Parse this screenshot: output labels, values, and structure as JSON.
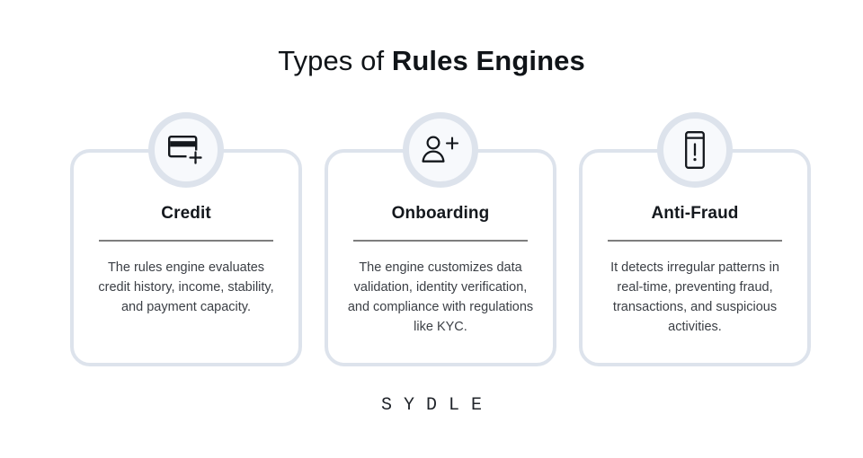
{
  "header": {
    "title_regular": "Types of ",
    "title_bold": "Rules Engines"
  },
  "colors": {
    "background": "#ffffff",
    "card_border": "#dde3ec",
    "badge_fill": "#f7f9fc",
    "divider": "#7e7e7e",
    "title_text": "#101418",
    "body_text": "#3b3f45",
    "logo_text": "#20242a"
  },
  "cards": [
    {
      "icon": "credit-card-plus-icon",
      "title": "Credit",
      "body": "The rules engine evaluates credit history, income, stability, and payment capacity."
    },
    {
      "icon": "user-plus-icon",
      "title": "Onboarding",
      "body": "The engine customizes data validation, identity verification, and compliance with regulations like KYC."
    },
    {
      "icon": "phone-alert-icon",
      "title": "Anti-Fraud",
      "body": "It detects irregular patterns in real-time, preventing fraud, transactions, and suspicious activities."
    }
  ],
  "footer": {
    "logo": "SYDLE"
  }
}
